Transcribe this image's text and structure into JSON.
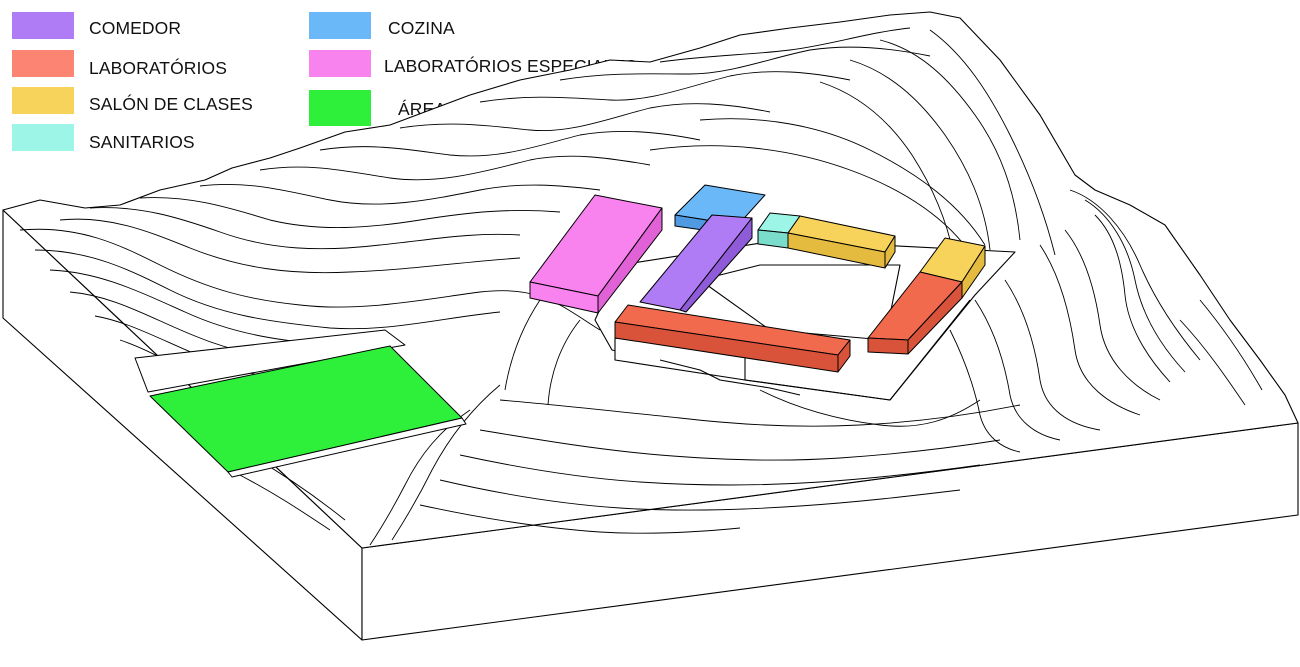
{
  "legend": {
    "items": [
      {
        "key": "comedor",
        "label": "COMEDOR",
        "color": "#B07CF5"
      },
      {
        "key": "cozina",
        "label": "COZINA",
        "color": "#6BB8F8"
      },
      {
        "key": "lab",
        "label": "LABORATÓRIOS",
        "color": "#FB8473"
      },
      {
        "key": "labesp",
        "label": "LABORATÓRIOS ESPECIALES",
        "color": "#F883EE"
      },
      {
        "key": "salon",
        "label": "SALÓN DE CLASES",
        "color": "#F8D35C"
      },
      {
        "key": "deportiva",
        "label": "ÁREA DEPORTIVA",
        "color": "#2EF03A"
      },
      {
        "key": "sanitarios",
        "label": "SANITARIOS",
        "color": "#9CF5E6"
      }
    ]
  },
  "block_colors": {
    "comedor": {
      "top": "#B07CF5",
      "side": "#8F5BD8"
    },
    "cozina": {
      "top": "#6BB8F8",
      "side": "#4F9AE0"
    },
    "lab": {
      "top": "#F26A4E",
      "side": "#D9533A"
    },
    "labesp": {
      "top": "#F883EE",
      "side": "#E062D6"
    },
    "salon": {
      "top": "#F8D35C",
      "side": "#E4BB3E"
    },
    "sanitarios": {
      "top": "#9CF5E6",
      "side": "#7ADDCC"
    },
    "deportiva": {
      "top": "#2EF03A",
      "side": "#1FC72A"
    }
  }
}
